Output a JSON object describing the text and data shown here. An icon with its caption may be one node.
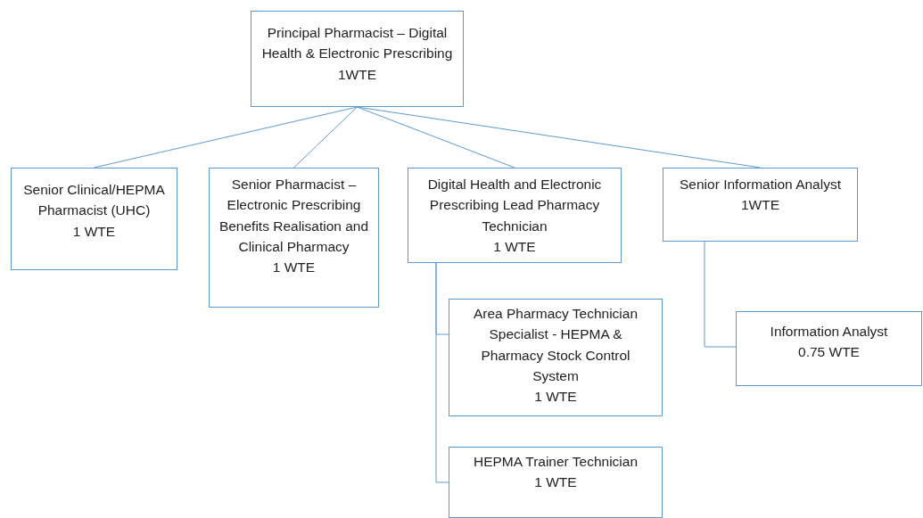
{
  "diagram": {
    "nodes": [
      {
        "text": [
          "Principal Pharmacist – Digital Health & Electronic Prescribing",
          "1WTE"
        ]
      },
      {
        "text": [
          "Senior Clinical/HEPMA Pharmacist (UHC)",
          "1 WTE"
        ]
      },
      {
        "text": [
          "Senior Pharmacist – Electronic Prescribing Benefits Realisation and Clinical Pharmacy",
          "1 WTE"
        ]
      },
      {
        "text": [
          "Digital Health and Electronic Prescribing Lead Pharmacy Technician",
          "1 WTE"
        ]
      },
      {
        "text": [
          "Senior Information Analyst",
          "1WTE"
        ]
      },
      {
        "text": [
          "Area Pharmacy Technician Specialist - HEPMA & Pharmacy Stock Control System",
          "1 WTE"
        ]
      },
      {
        "text": [
          "Information Analyst",
          "0.75 WTE"
        ]
      },
      {
        "text": [
          "HEPMA Trainer Technician",
          "1 WTE"
        ]
      }
    ],
    "edges": [
      {
        "from": 0,
        "to": 1,
        "arrow": "none"
      },
      {
        "from": 0,
        "to": 2,
        "arrow": "none"
      },
      {
        "from": 0,
        "to": 3,
        "arrow": "none"
      },
      {
        "from": 0,
        "to": 4,
        "arrow": "none"
      },
      {
        "from": 3,
        "to": 5,
        "arrow": "none"
      },
      {
        "from": 3,
        "to": 7,
        "arrow": "none"
      },
      {
        "from": 4,
        "to": 6,
        "arrow": "none"
      }
    ]
  }
}
